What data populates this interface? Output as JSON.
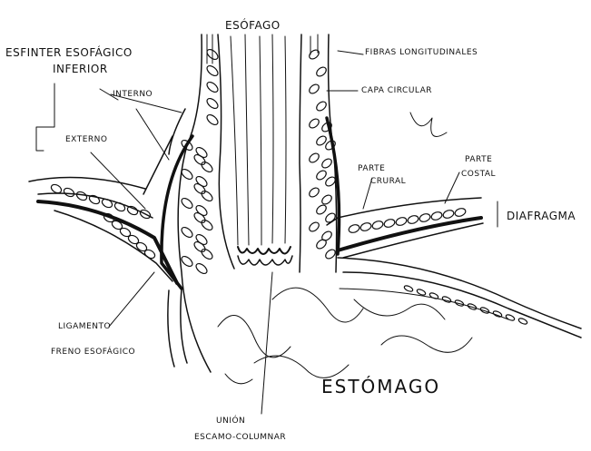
{
  "labels": {
    "esofago": "ESÓFAGO",
    "esfinter_line1": "ESFINTER ESOFÁGICO",
    "esfinter_line2": "INFERIOR",
    "interno": "INTERNO",
    "externo": "EXTERNO",
    "fibras": "FIBRAS LONGITUDINALES",
    "capa_circular": "CAPA CIRCULAR",
    "parte_crural_1": "PARTE",
    "parte_crural_2": "CRURAL",
    "parte_costal_1": "PARTE",
    "parte_costal_2": "COSTAL",
    "diafragma": "DIAFRAGMA",
    "ligamento_1": "LIGAMENTO",
    "ligamento_2": "FRENO ESOFÁGICO",
    "estomago": "ESTÓMAGO",
    "union_1": "UNIÓN",
    "union_2": "ESCAMO-COLUMNAR"
  },
  "colors": {
    "ink": "#111111",
    "background": "#ffffff"
  }
}
